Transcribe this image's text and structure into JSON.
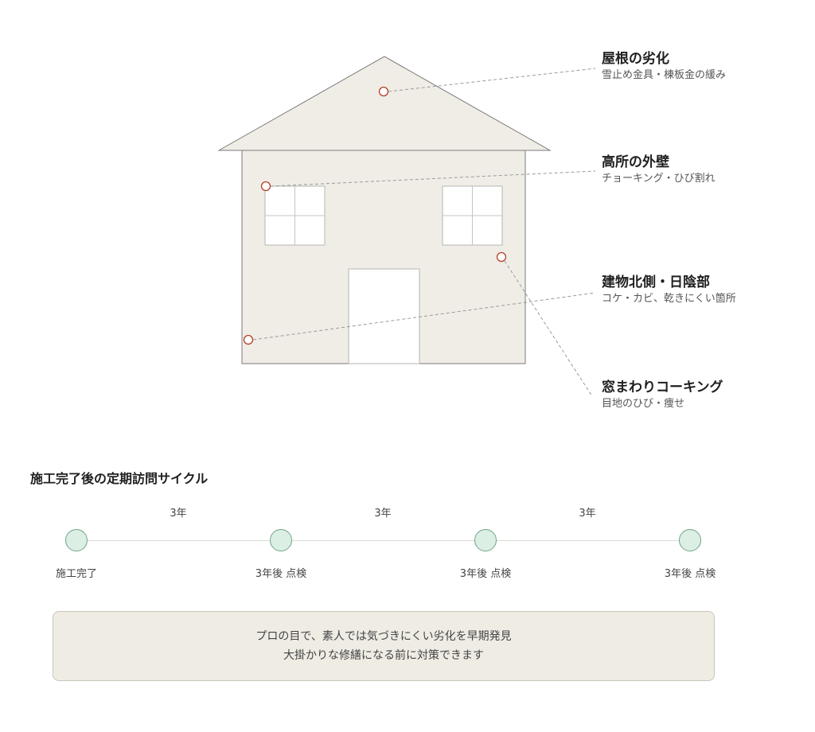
{
  "callouts": [
    {
      "title": "屋根の劣化",
      "subtitle": "雪止め金具・棟板金の緩み"
    },
    {
      "title": "高所の外壁",
      "subtitle": "チョーキング・ひび割れ"
    },
    {
      "title": "建物北側・日陰部",
      "subtitle": "コケ・カビ、乾きにくい箇所"
    },
    {
      "title": "窓まわりコーキング",
      "subtitle": "目地のひび・痩せ"
    }
  ],
  "cycle": {
    "title": "施工完了後の定期訪問サイクル",
    "intervals": [
      "3年",
      "3年",
      "3年"
    ],
    "nodes": [
      "施工完了",
      "3年後 点検",
      "3年後 点検",
      "3年後 点検"
    ]
  },
  "summary": {
    "line1": "プロの目で、素人では気づきにくい劣化を早期発見",
    "line2": "大掛かりな修繕になる前に対策できます"
  },
  "colors": {
    "house_fill": "#f0ede6",
    "house_stroke": "#7a7a7a",
    "marker": "#b5402a",
    "node_fill": "#dcefe5",
    "node_stroke": "#6fa488",
    "box_fill": "#efece4"
  }
}
